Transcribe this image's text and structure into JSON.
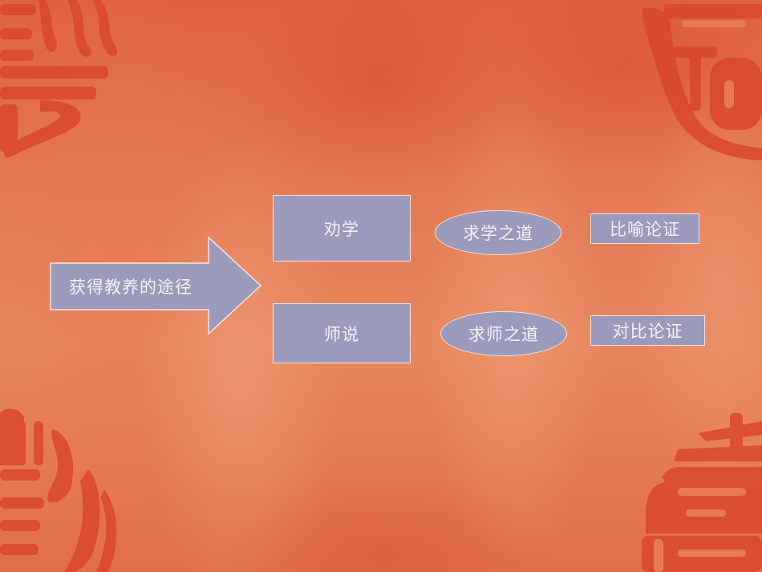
{
  "diagram": {
    "root": {
      "label": "获得教养的途径",
      "shape": "right-arrow"
    },
    "branches": [
      {
        "label": "劝学",
        "theme": {
          "label": "求学之道",
          "shape": "ellipse"
        },
        "method": {
          "label": "比喻论证",
          "shape": "rectangle"
        }
      },
      {
        "label": "师说",
        "theme": {
          "label": "求师之道",
          "shape": "ellipse"
        },
        "method": {
          "label": "对比论证",
          "shape": "rectangle"
        }
      }
    ]
  },
  "colors": {
    "background": "#e57a55",
    "shape_fill": "#9b9abb",
    "shape_border": "#f4e6e0",
    "text": "#f4f2f8",
    "seal": "#d9472f"
  },
  "decorations": {
    "corner_seals": [
      "top-left-seal-icon",
      "top-right-seal-icon",
      "bottom-left-seal-icon",
      "bottom-right-seal-icon"
    ]
  }
}
